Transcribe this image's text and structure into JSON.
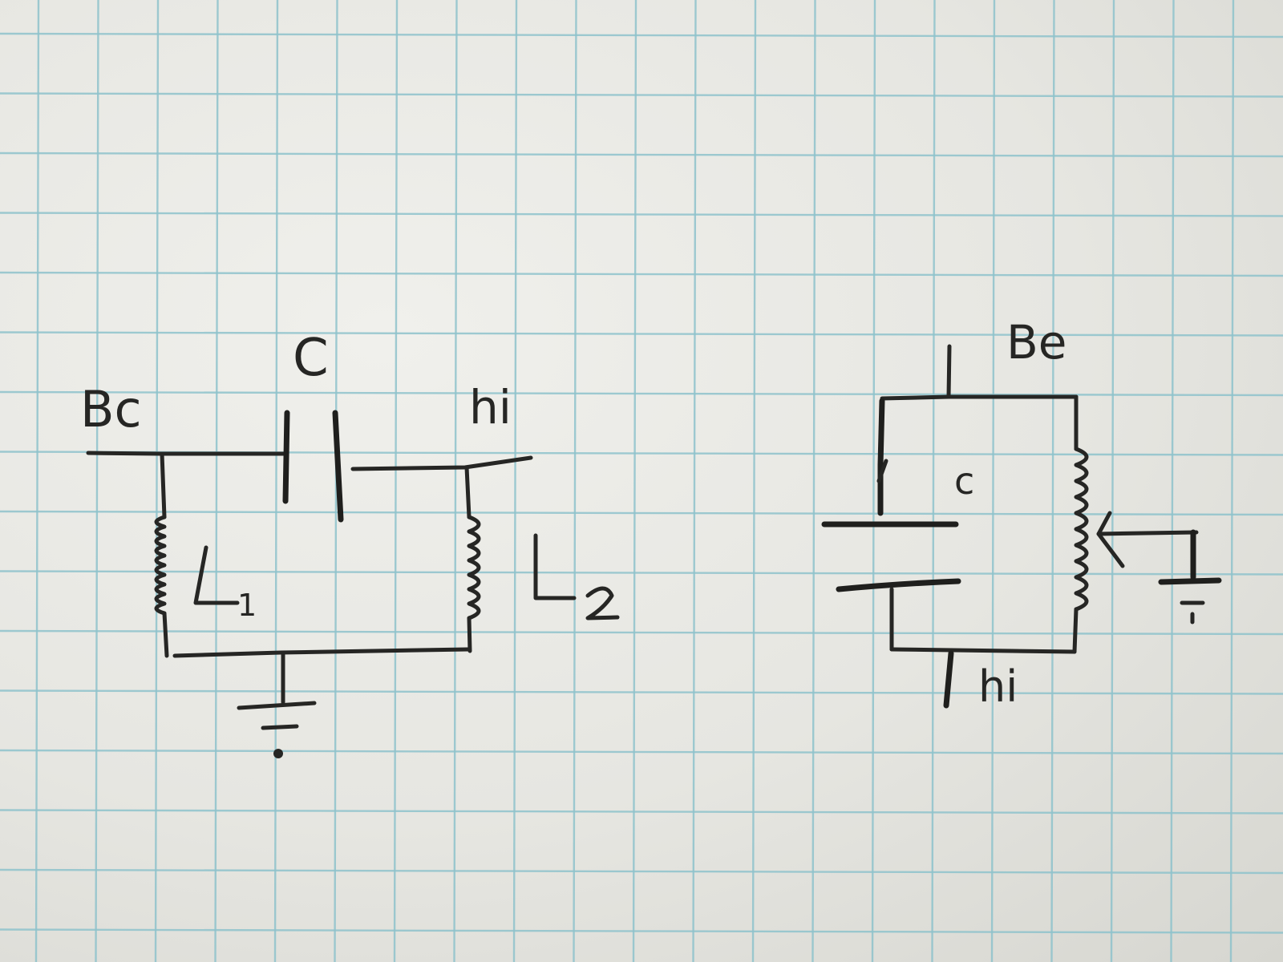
{
  "paper": {
    "background_color": "#e7e7e2",
    "grid_line_color": "#8fc3cc",
    "ink_color": "#262624"
  },
  "circuit_left": {
    "input_label": "Bc",
    "capacitor_label": "C",
    "output_label": "hi",
    "inductor1_label_main": "L",
    "inductor1_label_sub": "1",
    "inductor2_label_main": "L",
    "inductor2_label_sub": "2"
  },
  "circuit_right": {
    "input_label": "Be",
    "capacitor_label": "c",
    "output_label": "hi"
  }
}
